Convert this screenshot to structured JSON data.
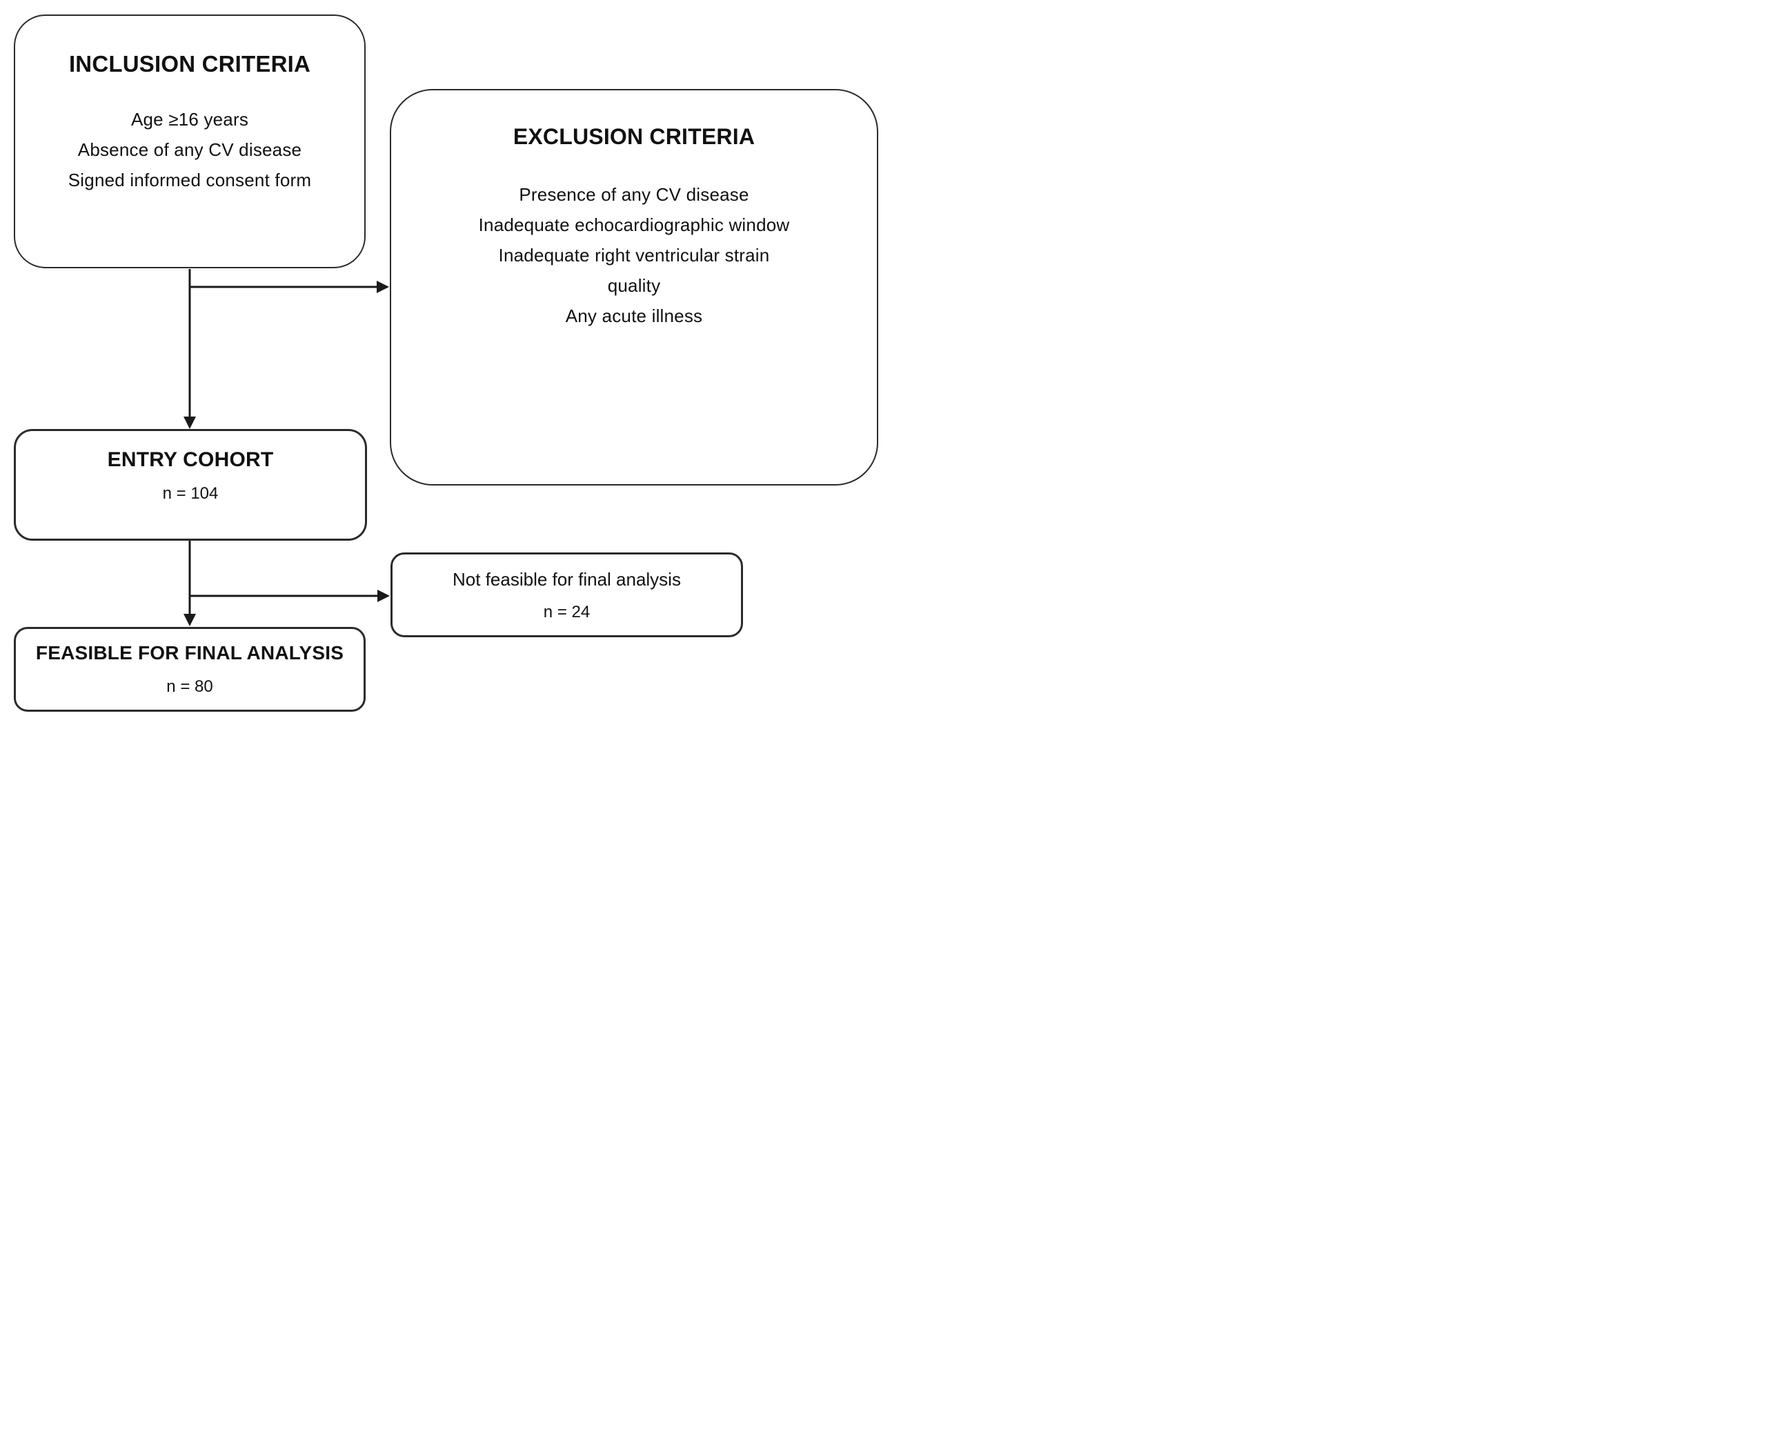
{
  "diagram": {
    "boxes": {
      "inclusion": {
        "title": "INCLUSION CRITERIA",
        "lines": [
          "Age ≥16 years",
          "Absence of any CV disease",
          "Signed informed consent form"
        ]
      },
      "exclusion": {
        "title": "EXCLUSION CRITERIA",
        "lines": [
          "Presence of any CV disease",
          "Inadequate echocardiographic window",
          "Inadequate right ventricular strain",
          "quality",
          "Any acute illness"
        ]
      },
      "entry_cohort": {
        "title": "ENTRY COHORT",
        "count": "n = 104"
      },
      "not_feasible": {
        "label": "Not feasible for final analysis",
        "count": "n = 24"
      },
      "feasible": {
        "title": "FEASIBLE FOR FINAL ANALYSIS",
        "count": "n = 80"
      }
    },
    "colors": {
      "border": "#2b2b2b",
      "text": "#111111",
      "background": "#ffffff",
      "arrow": "#1a1a1a"
    }
  }
}
